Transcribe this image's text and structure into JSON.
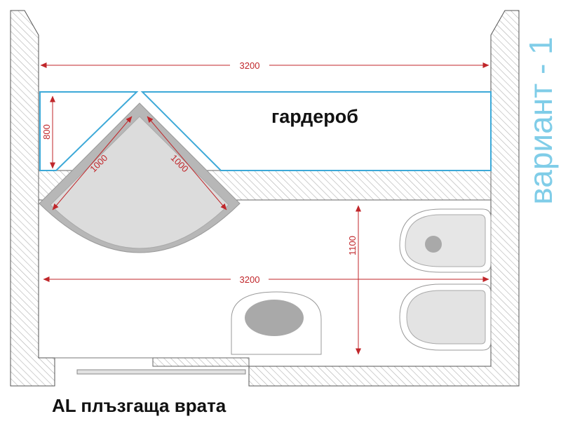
{
  "room_label": "гардероб",
  "variant_label": "вариант - 1",
  "door_caption": "AL плъзгаща врата",
  "dimensions": {
    "top_width": "3200",
    "wardrobe_depth": "800",
    "shower_side_a": "1000",
    "shower_side_b": "1000",
    "room_depth": "1100",
    "bottom_width": "3200"
  },
  "colors": {
    "wall_hatch": "#a8a8a8",
    "dimension": "#c0262a",
    "wardrobe_outline": "#3da9d8",
    "variant_text": "#80cde8",
    "fixture_fill": "#d9d9d9",
    "fixture_dark": "#a9a9a9"
  }
}
